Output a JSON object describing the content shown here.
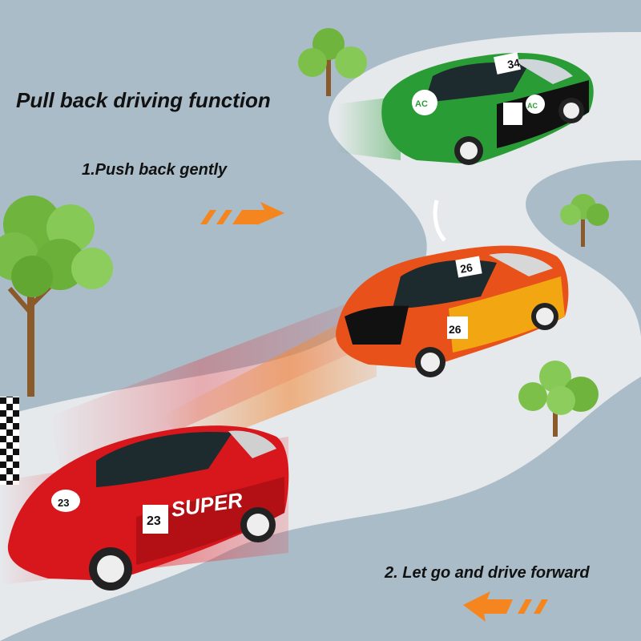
{
  "captions": {
    "headline": "Pull back driving function",
    "step1": "1.Push back gently",
    "step2": "2. Let go and drive forward"
  },
  "cars": [
    {
      "name": "green",
      "body_color": "#2a9c36",
      "number": "34",
      "badge": "AC"
    },
    {
      "name": "orange",
      "body_color": "#e8521a",
      "number": "26",
      "badge": ""
    },
    {
      "name": "red",
      "body_color": "#d8171d",
      "number": "23",
      "badge": "SUPER"
    }
  ],
  "colors": {
    "background": "#a9bcc8",
    "road": "#e6e9ec",
    "arrow": "#f5861f",
    "tree_leaves": "#7cc04a",
    "tree_trunk": "#8a5a2b"
  },
  "icons": [
    "tree-icon",
    "checkered-flag-icon",
    "arrow-right-icon",
    "arrow-left-icon"
  ]
}
